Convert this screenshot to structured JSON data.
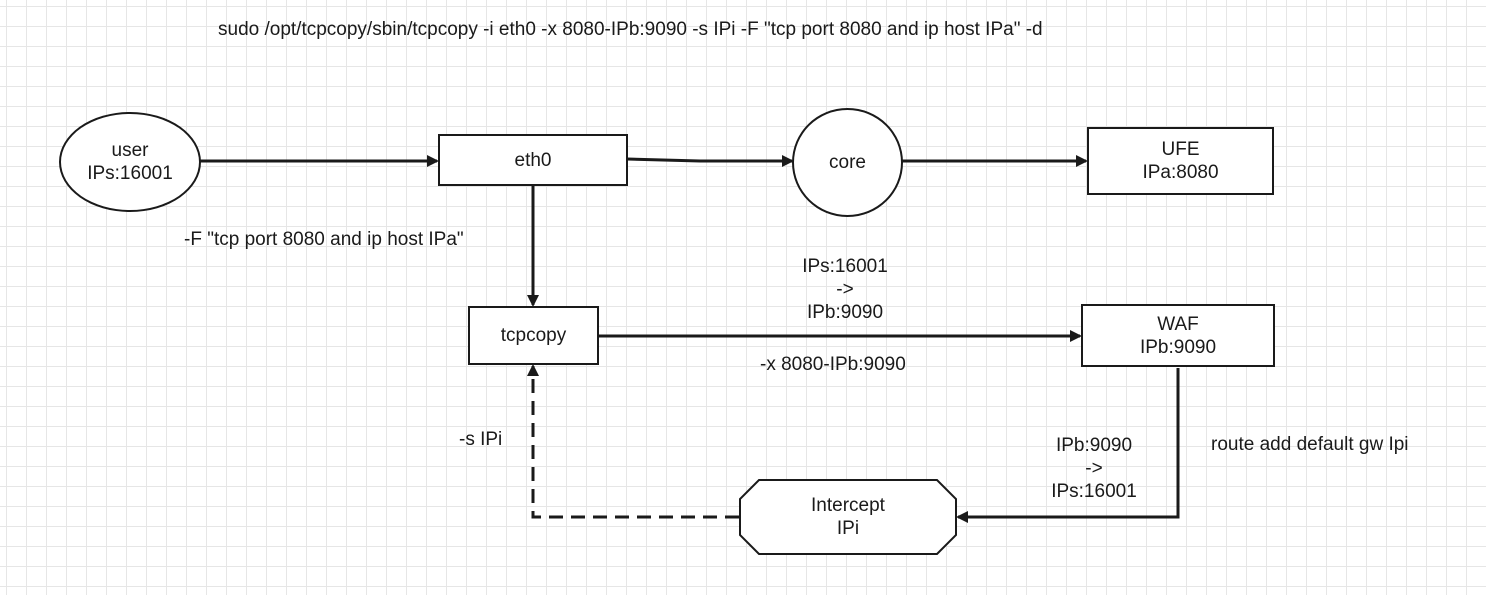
{
  "title": "sudo /opt/tcpcopy/sbin/tcpcopy -i eth0 -x 8080-IPb:9090 -s IPi -F \"tcp port 8080 and ip host IPa\" -d",
  "nodes": {
    "user": {
      "line1": "user",
      "line2": "IPs:16001"
    },
    "eth0": {
      "line1": "eth0"
    },
    "core": {
      "line1": "core"
    },
    "ufe": {
      "line1": "UFE",
      "line2": "IPa:8080"
    },
    "tcpcopy": {
      "line1": "tcpcopy"
    },
    "waf": {
      "line1": "WAF",
      "line2": "IPb:9090"
    },
    "intercept": {
      "line1": "Intercept",
      "line2": "IPi"
    }
  },
  "labels": {
    "filter": "-F \"tcp port 8080 and ip host IPa\"",
    "forward": {
      "line1": "IPs:16001",
      "line2": "->",
      "line3": "IPb:9090"
    },
    "x_option": "-x 8080-IPb:9090",
    "s_option": "-s IPi",
    "reply": {
      "line1": "IPb:9090",
      "line2": "->",
      "line3": "IPs:16001"
    },
    "route": "route add default gw Ipi"
  },
  "colors": {
    "stroke": "#1a1a1a",
    "grid": "#e6e6e6",
    "background": "#ffffff"
  }
}
